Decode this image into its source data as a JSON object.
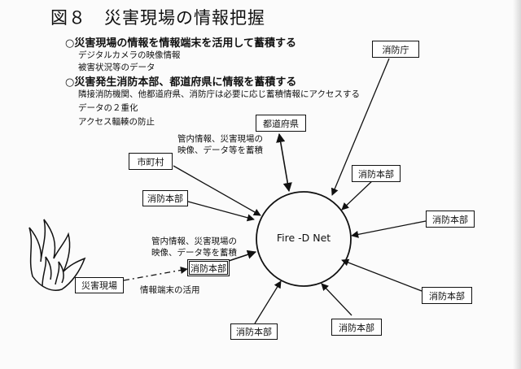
{
  "title": "図８　災害現場の情報把握",
  "sections": [
    {
      "heading": "○災害現場の情報を情報端末を活用して蓄積する",
      "items": [
        "デジタルカメラの映像情報",
        "被害状況等のデータ"
      ]
    },
    {
      "heading": "○災害発生消防本部、都道府県に情報を蓄積する",
      "items": [
        "隣接消防機関、他都道府県、消防庁は必要に応じ蓄積情報にアクセスする",
        "データの２重化",
        "アクセス輻輳の防止"
      ]
    }
  ],
  "center": "Fire -D Net",
  "nodes": {
    "shobocho": "消防庁",
    "todofuken": "都道府県",
    "shichoson": "市町村",
    "honbu_left": "消防本部",
    "honbu_site": "消防本部",
    "honbu_ne": "消防本部",
    "honbu_e": "消防本部",
    "honbu_se": "消防本部",
    "honbu_s": "消防本部",
    "honbu_sw": "消防本部",
    "saigai_genba": "災害現場"
  },
  "annotations": {
    "upper": [
      "管内情報、災害現場の",
      "映像、データ等を蓄積"
    ],
    "lower": [
      "管内情報、災害現場の",
      "映像、データ等を蓄積"
    ],
    "terminal": "情報端末の活用"
  }
}
